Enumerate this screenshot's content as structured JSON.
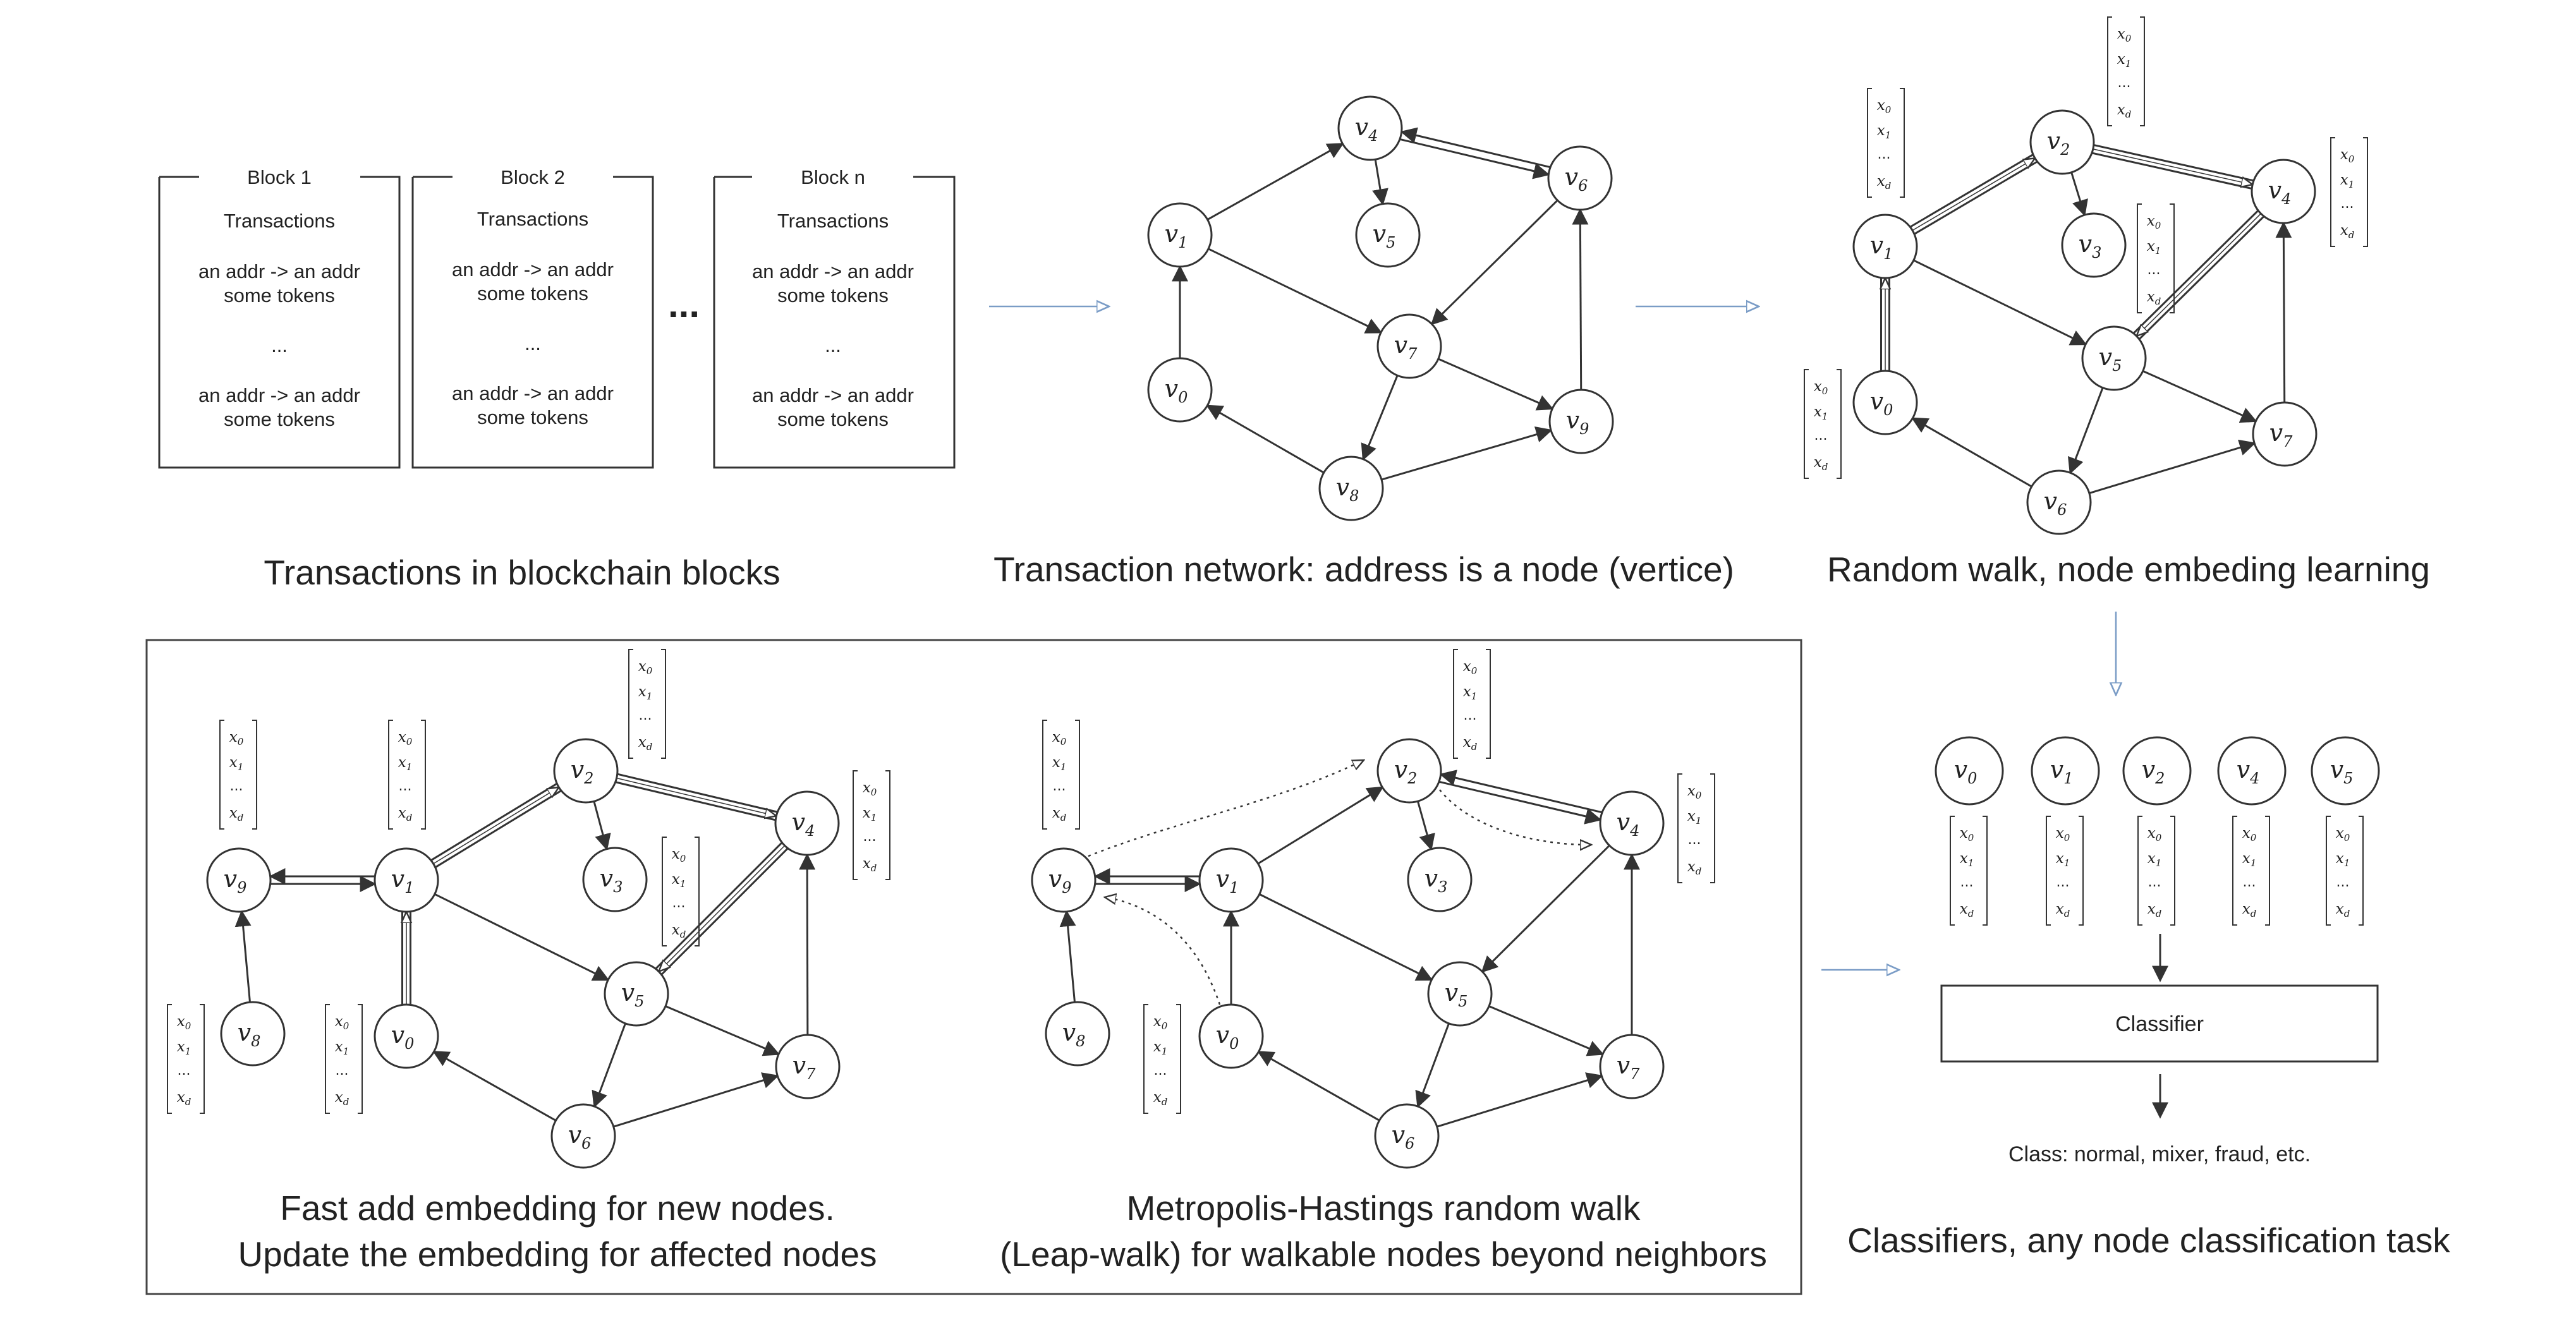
{
  "panels": {
    "blocks": {
      "caption": "Transactions in blockchain blocks",
      "ellipsis": "...",
      "items": [
        {
          "title": "Block 1",
          "heading": "Transactions",
          "line1": "an addr -> an addr",
          "line2": "some tokens",
          "dots": "...",
          "line3": "an addr -> an addr",
          "line4": "some tokens"
        },
        {
          "title": "Block 2",
          "heading": "Transactions",
          "line1": "an addr -> an addr",
          "line2": "some tokens",
          "dots": "...",
          "line3": "an addr -> an addr",
          "line4": "some tokens"
        },
        {
          "title": "Block n",
          "heading": "Transactions",
          "line1": "an addr -> an addr",
          "line2": "some tokens",
          "dots": "...",
          "line3": "an addr -> an addr",
          "line4": "some tokens"
        }
      ]
    },
    "network": {
      "caption": "Transaction network: address is a node (vertice)"
    },
    "random_walk": {
      "caption": "Random walk, node embeding learning"
    },
    "fast_add": {
      "caption_line1": "Fast add embedding for new nodes.",
      "caption_line2": "Update the embedding for affected nodes"
    },
    "mh_walk": {
      "caption_line1": "Metropolis-Hastings random walk",
      "caption_line2": "(Leap-walk) for walkable nodes beyond neighbors"
    },
    "classifier": {
      "nodes": [
        "v",
        "v",
        "v",
        "v",
        "v"
      ],
      "node_subs": [
        "0",
        "1",
        "2",
        "4",
        "5"
      ],
      "box_label": "Classifier",
      "output": "Class: normal, mixer, fraud, etc.",
      "caption": "Classifiers, any node classification task"
    }
  },
  "node_letter": "v",
  "vector": {
    "x": "x",
    "subs": [
      "0",
      "1",
      "d"
    ],
    "dots": "..."
  },
  "colors": {
    "stroke": "#333333",
    "flow_arrow": "#7a9cc6",
    "frame": "#444444"
  }
}
